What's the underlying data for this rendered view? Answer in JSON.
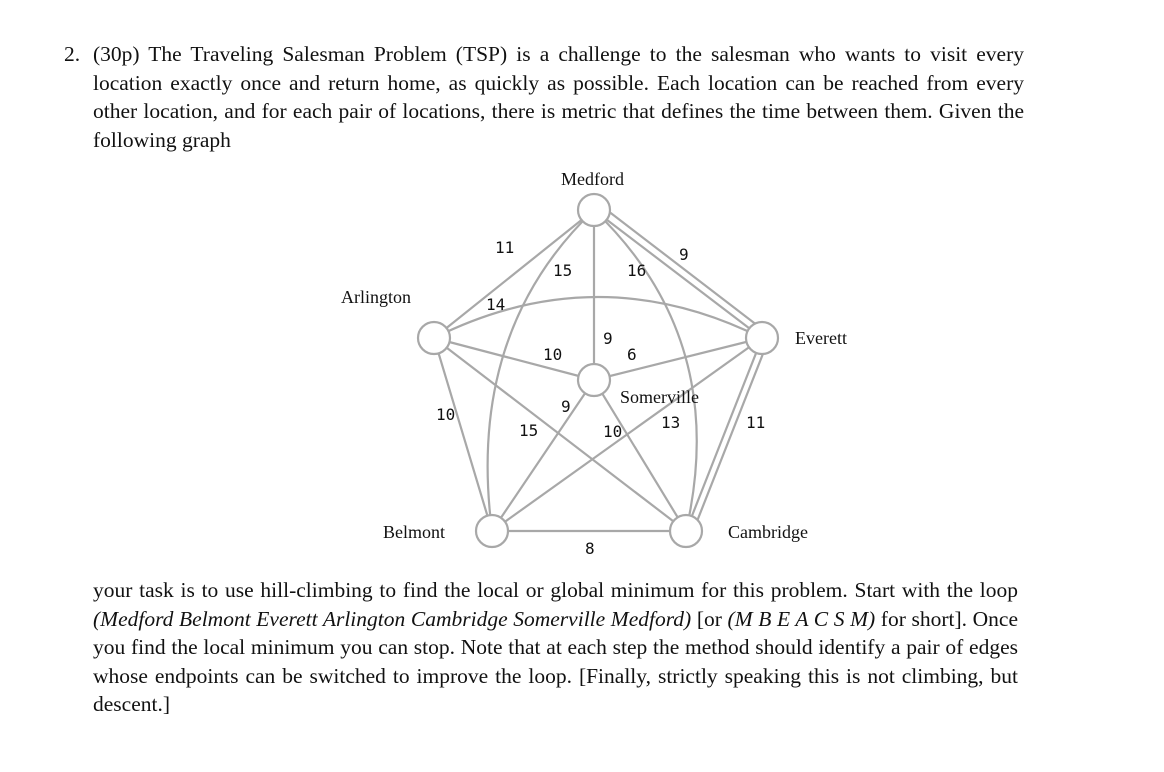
{
  "problem": {
    "number": "2.",
    "intro": "(30p) The Traveling Salesman Problem (TSP) is a challenge to the salesman who wants to visit every location exactly once and return home, as quickly as possible. Each location can be reached from every other location, and for each pair of locations, there is metric that defines the time between them. Given the following graph",
    "task_prefix": "your task is to use hill-climbing to find the local or global minimum for this problem. Start with the loop ",
    "task_loop": "(Medford Belmont Everett Arlington Cambridge Somerville Medford)",
    "task_mid": " [or ",
    "task_short": "(M B E A C S M)",
    "task_suffix": " for short]. Once you find the local minimum you can stop. Note that at each step the method should identify a pair of edges whose endpoints can be switched to improve the loop. [Finally, strictly speaking this is not climbing, but descent.]"
  },
  "graph": {
    "nodes": {
      "medford": "Medford",
      "arlington": "Arlington",
      "everett": "Everett",
      "somerville": "Somerville",
      "belmont": "Belmont",
      "cambridge": "Cambridge"
    },
    "weights": {
      "medford_arlington": "11",
      "medford_belmont": "15",
      "medford_somerville": "9",
      "medford_cambridge": "16",
      "medford_everett": "9",
      "arlington_everett": "14",
      "arlington_somerville": "10",
      "arlington_belmont": "10",
      "arlington_cambridge": "15",
      "everett_somerville": "6",
      "everett_belmont": "13",
      "everett_cambridge": "11",
      "somerville_belmont": "9",
      "somerville_cambridge": "10",
      "belmont_cambridge": "8"
    }
  }
}
